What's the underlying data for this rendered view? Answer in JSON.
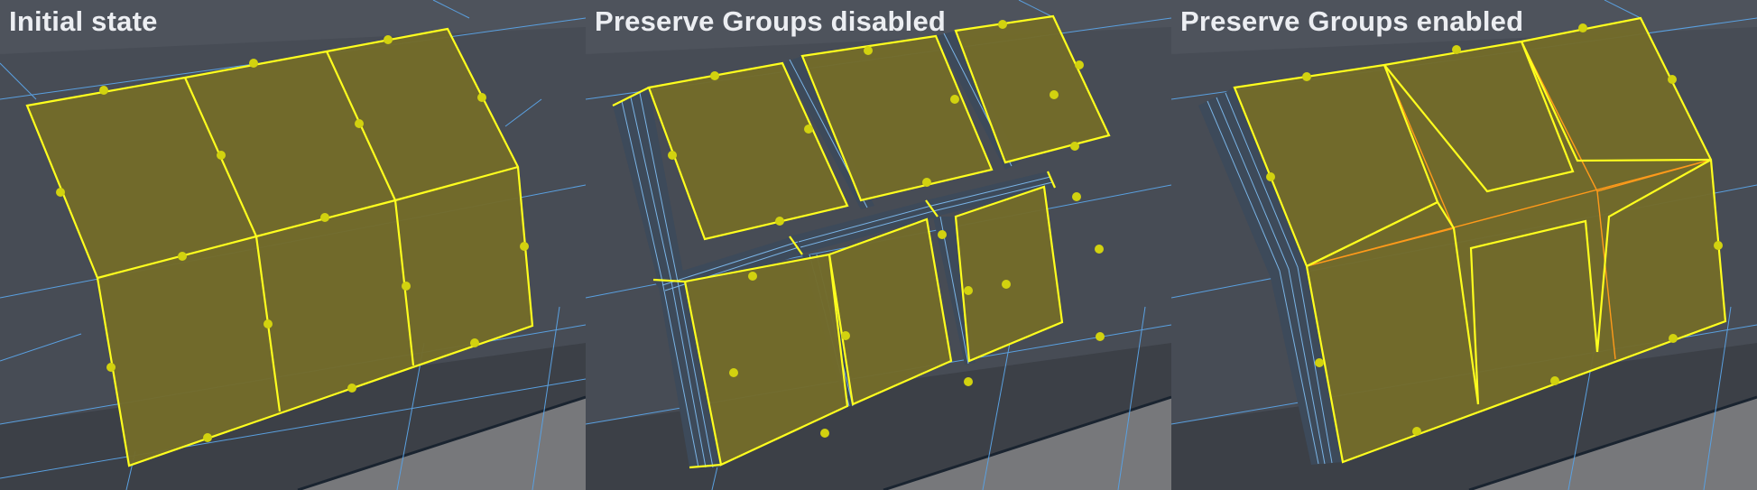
{
  "panels": [
    {
      "id": "initial",
      "title": "Initial state"
    },
    {
      "id": "disabled",
      "title": "Preserve Groups disabled"
    },
    {
      "id": "enabled",
      "title": "Preserve Groups enabled"
    }
  ],
  "colors": {
    "background": "#4a4f58",
    "background_dark": "#3b3f46",
    "ground": "#77787b",
    "wireframe": "#5aa0e0",
    "selected_face": "#736b2a",
    "selected_edge": "#ffff1e",
    "vertex": "#d2d20f",
    "inner_edge": "#ff9a1a",
    "title_text": "#eceef2"
  },
  "icons": [
    "vertex-dot"
  ]
}
